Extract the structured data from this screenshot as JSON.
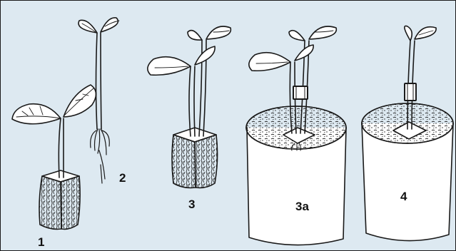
{
  "colors": {
    "background": "#dde9f1",
    "ink": "#1a1a1a",
    "pot_fill": "#ffffff"
  },
  "stages": [
    {
      "id": "1",
      "label": "1",
      "depicts": "seedling-in-soil-plug"
    },
    {
      "id": "2",
      "label": "2",
      "depicts": "bare-root-seedling"
    },
    {
      "id": "3",
      "label": "3",
      "depicts": "two-seedlings-in-soil-plug"
    },
    {
      "id": "3a",
      "label": "3a",
      "depicts": "two-seedlings-with-clip-in-pot"
    },
    {
      "id": "4",
      "label": "4",
      "depicts": "grafted-seedling-with-clip-in-pot"
    }
  ]
}
